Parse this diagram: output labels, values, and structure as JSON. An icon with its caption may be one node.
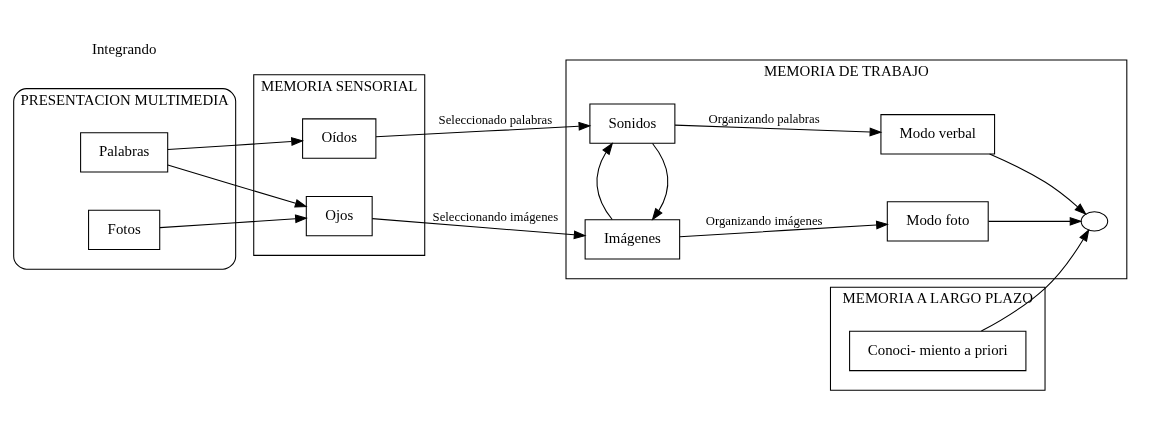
{
  "diagram": {
    "nodes": [
      {
        "text": [
          "PRESENTACION MULTIMEDIA"
        ]
      },
      {
        "text": [
          "Palabras"
        ],
        "in": 0
      },
      {
        "text": [
          "Fotos"
        ],
        "in": 0
      },
      {
        "text": [
          "MEMORIA SENSORIAL"
        ]
      },
      {
        "text": [
          "Oídos"
        ],
        "in": 3
      },
      {
        "text": [
          "Ojos"
        ],
        "in": 3
      },
      {
        "text": [
          "MEMORIA DE TRABAJO"
        ]
      },
      {
        "text": [
          "Sonidos"
        ],
        "in": 6
      },
      {
        "text": [
          "Imágenes"
        ],
        "in": 6
      },
      {
        "text": [
          "Modo verbal"
        ],
        "in": 6
      },
      {
        "text": [
          "Modo foto"
        ],
        "in": 6
      },
      {
        "text": [],
        "shape": "circle",
        "in": 6
      },
      {
        "text": [
          "MEMORIA A LARGO PLAZO"
        ]
      },
      {
        "text": [
          "Conoci- miento a priori"
        ],
        "in": 12
      }
    ],
    "edges": [
      {
        "from": 1,
        "to": 4,
        "arrow": "to"
      },
      {
        "from": 1,
        "to": 5,
        "arrow": "to"
      },
      {
        "from": 2,
        "to": 5,
        "arrow": "to"
      },
      {
        "from": 4,
        "to": 7,
        "arrow": "to",
        "label": "Seleccionado palabras"
      },
      {
        "from": 5,
        "to": 8,
        "arrow": "to",
        "label": "Seleccionando imágenes"
      },
      {
        "from": 7,
        "to": 8,
        "arrow": "to"
      },
      {
        "from": 8,
        "to": 7,
        "arrow": "to"
      },
      {
        "from": 7,
        "to": 9,
        "arrow": "to",
        "label": "Organizando palabras"
      },
      {
        "from": 8,
        "to": 10,
        "arrow": "to",
        "label": "Organizando imágenes"
      },
      {
        "from": 9,
        "to": 11,
        "arrow": "to"
      },
      {
        "from": 10,
        "to": 11,
        "arrow": "to"
      },
      {
        "from": 13,
        "to": 11,
        "arrow": "to"
      }
    ],
    "labels": [
      "Integrando"
    ]
  }
}
